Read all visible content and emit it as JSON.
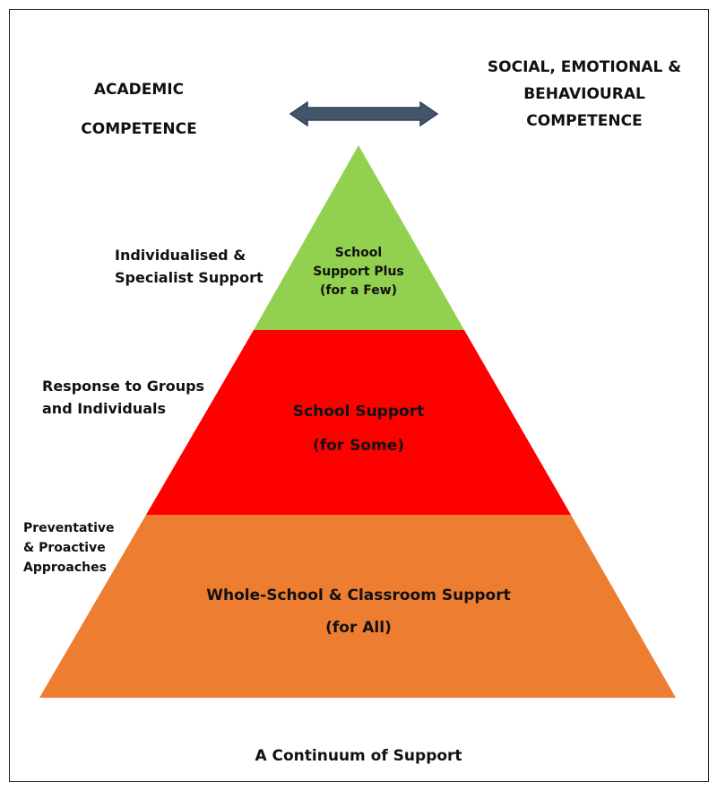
{
  "headings": {
    "academic": [
      "ACADEMIC",
      "COMPETENCE"
    ],
    "social": [
      "SOCIAL, EMOTIONAL &",
      "BEHAVIOURAL",
      "COMPETENCE"
    ]
  },
  "tiers": [
    {
      "lines": [
        "School",
        "Support Plus",
        "(for a Few)"
      ],
      "side_label": [
        "Individualised &",
        "Specialist Support"
      ],
      "color": "#92d050"
    },
    {
      "lines": [
        "School Support",
        "(for Some)"
      ],
      "side_label": [
        "Response to Groups",
        "and Individuals"
      ],
      "color": "#ff0000"
    },
    {
      "lines": [
        "Whole-School & Classroom Support",
        "(for All)"
      ],
      "side_label": [
        "Preventative",
        "& Proactive",
        "Approaches"
      ],
      "color": "#ed7d31"
    }
  ],
  "arrow_color": "#44546a",
  "caption": "A Continuum of Support"
}
